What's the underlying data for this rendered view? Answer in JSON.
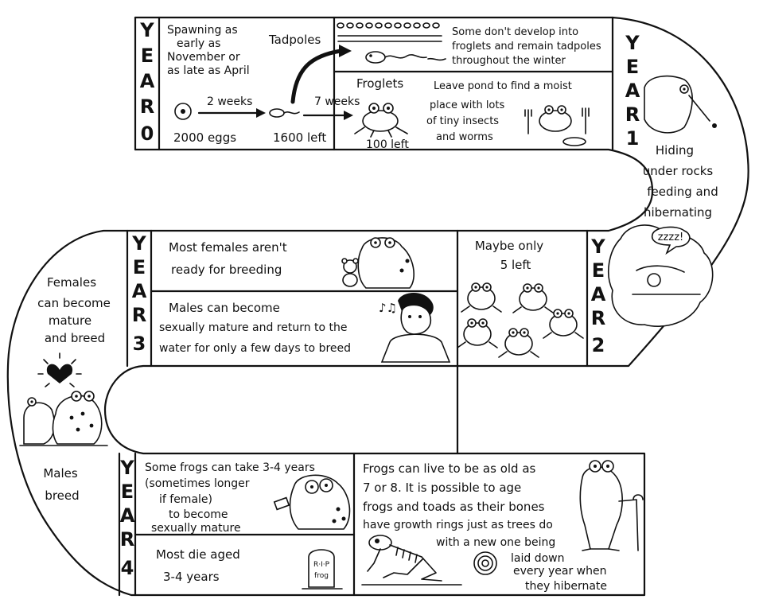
{
  "years": {
    "y0": "YEAR0",
    "y1": "YEAR1",
    "y2": "YEAR2",
    "y3": "YEAR3",
    "y4": "YEAR4"
  },
  "year0": {
    "spawning": [
      "Spawning as",
      "early as",
      "November or",
      "as late as April"
    ],
    "tadpoles": "Tadpoles",
    "weeks2": "2 weeks",
    "weeks7": "7 weeks",
    "eggs": "2000 eggs",
    "left1600": "1600 left",
    "froglets": "Froglets",
    "left100": "100 left",
    "some_dont": [
      "Some don't develop into",
      "froglets and remain tadpoles",
      "throughout the winter"
    ],
    "leave_pond": [
      "Leave pond to find a moist",
      "place with lots",
      "of tiny insects",
      "and worms"
    ]
  },
  "year1": {
    "hiding": [
      "Hiding",
      "under rocks",
      "feeding and",
      "hibernating"
    ],
    "zzzz": "zzzz!"
  },
  "year2": {
    "maybe": [
      "Maybe only",
      "5 left"
    ]
  },
  "year3": {
    "females_not_ready": [
      "Most females aren't",
      "ready for breeding"
    ],
    "males_mature": [
      "Males can become",
      "sexually mature and return to the",
      "water for only a few days to breed"
    ]
  },
  "middle": {
    "females_mature": [
      "Females",
      "can become",
      "mature",
      "and breed"
    ],
    "males_breed": [
      "Males",
      "breed"
    ]
  },
  "year4": {
    "some_frogs": [
      "Some frogs can take 3-4 years",
      "(sometimes longer",
      "if female)",
      "to become",
      "sexually mature"
    ],
    "most_die": [
      "Most die aged",
      "3-4 years"
    ],
    "rip": [
      "R·I·P",
      "frog"
    ],
    "live_old": [
      "Frogs can live to be as old as",
      "7 or 8. It is possible to age",
      "frogs and toads as their bones",
      "have growth rings just as trees do",
      "with a new one being",
      "laid down",
      "every year when",
      "they hibernate"
    ]
  }
}
